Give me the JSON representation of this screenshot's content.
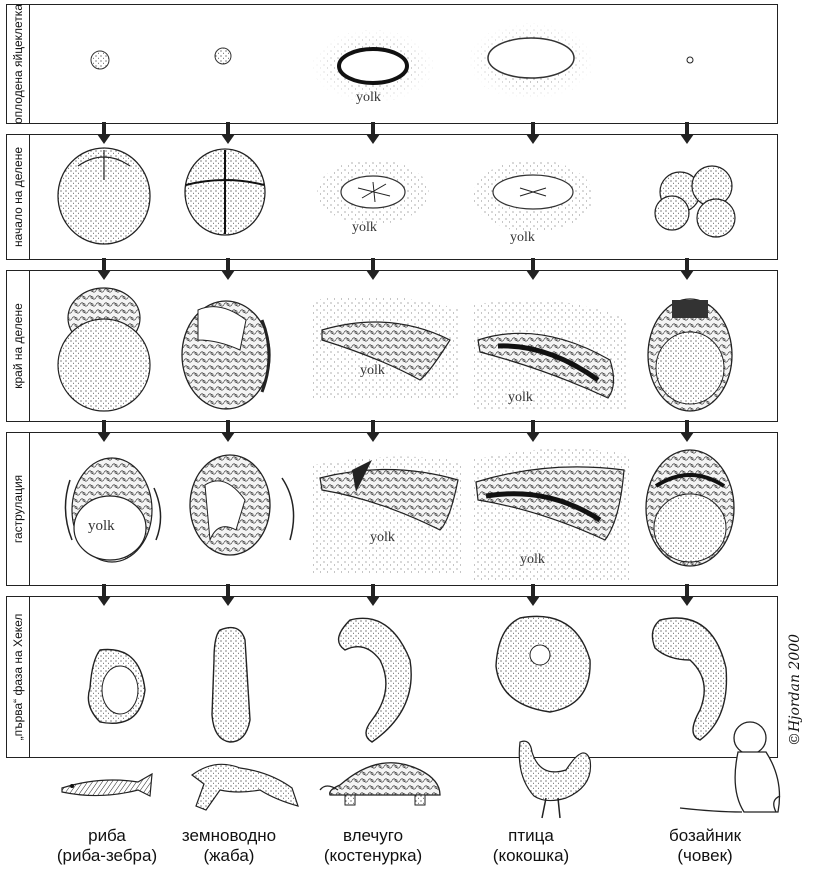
{
  "stages": [
    {
      "id": "fertilized",
      "label": "оплодена яйцеклетка"
    },
    {
      "id": "cleavage-start",
      "label": "начало на делене"
    },
    {
      "id": "cleavage-end",
      "label": "край на делене"
    },
    {
      "id": "gastrulation",
      "label": "гаструлация"
    },
    {
      "id": "phylotypic",
      "label": "„първа“ фаза на Хекел"
    }
  ],
  "yolk_label": "yolk",
  "organisms": [
    {
      "group": "риба",
      "example": "(риба-зебра)"
    },
    {
      "group": "земноводно",
      "example": "(жаба)"
    },
    {
      "group": "влечуго",
      "example": "(костенурка)"
    },
    {
      "group": "птица",
      "example": "(кокошка)"
    },
    {
      "group": "бозайник",
      "example": "(човек)"
    }
  ],
  "signature": "©Hjordan 2000",
  "icons": [
    "down-arrow-icon",
    "zebrafish-icon",
    "frog-icon",
    "turtle-icon",
    "chicken-icon",
    "baby-icon"
  ]
}
